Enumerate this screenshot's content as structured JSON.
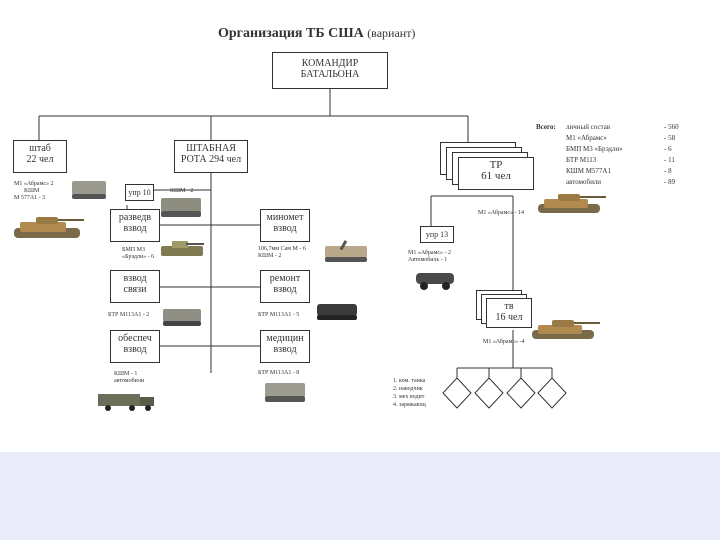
{
  "title": {
    "main": "Организация ТБ США",
    "variant": "(вариант)"
  },
  "commander": [
    "КОМАНДИР",
    "БАТАЛЬОНА"
  ],
  "hq": {
    "lines": [
      "штаб",
      "22 чел"
    ],
    "equipment": [
      "М1 «Абрамс» 2",
      "КШМ",
      "М 577А1 - 3"
    ]
  },
  "hq_company": {
    "lines": [
      "ШТАБНАЯ",
      "РОТА 294 чел"
    ],
    "mgmt": "упр 10",
    "mgmt_eq": "КШМ - 2",
    "recon": {
      "lines": [
        "разведв",
        "взвод"
      ],
      "equipment": [
        "БМП М3",
        "«Брэдли» - 6"
      ]
    },
    "signal": {
      "lines": [
        "взвод",
        "связи"
      ],
      "equipment": [
        "БТР М113А1 - 2"
      ]
    },
    "supply": {
      "lines": [
        "обеспеч",
        "взвод"
      ],
      "equipment": [
        "КШМ - 1",
        "автомобили"
      ]
    },
    "mortar": {
      "lines": [
        "миномет",
        "взвод"
      ],
      "equipment": [
        "106,7мм Сам М - 6",
        "КШМ - 2"
      ]
    },
    "repair": {
      "lines": [
        "ремонт",
        "взвод"
      ],
      "equipment": [
        "БТР М113А1 - 5"
      ]
    },
    "medical": {
      "lines": [
        "медицин",
        "взвод"
      ],
      "equipment": [
        "БТР М113А1 - 8"
      ]
    }
  },
  "tank_company": {
    "lines": [
      "ТР",
      "61 чел"
    ],
    "equipment": "М1 «Абрамс» - 14",
    "mgmt": "упр 13",
    "mgmt_eq": [
      "М1 «Абрамс» - 2",
      "Автомобиль - 1"
    ],
    "platoon": {
      "lines": [
        "тв",
        "16 чел"
      ],
      "equipment": "М1 «Абрамс» -4"
    }
  },
  "summary": {
    "heading": "Всего:",
    "rows": [
      {
        "label": "личный состав",
        "value": "- 560"
      },
      {
        "label": "М1 «Абрамс»",
        "value": "- 58"
      },
      {
        "label": "БМП М3 «Брэдли»",
        "value": "- 6"
      },
      {
        "label": "БТР М113",
        "value": "- 11"
      },
      {
        "label": "КШМ М577А1",
        "value": "- 8"
      },
      {
        "label": "автомобили",
        "value": "- 89"
      }
    ]
  },
  "crew": [
    "1. ком. танка",
    "2. наводчик",
    "3. мех водит",
    "4. заряжающ"
  ],
  "colors": {
    "tank": "#b08a4e",
    "apc": "#9a9a8e",
    "dark": "#3a3a3a",
    "line": "#333333"
  }
}
